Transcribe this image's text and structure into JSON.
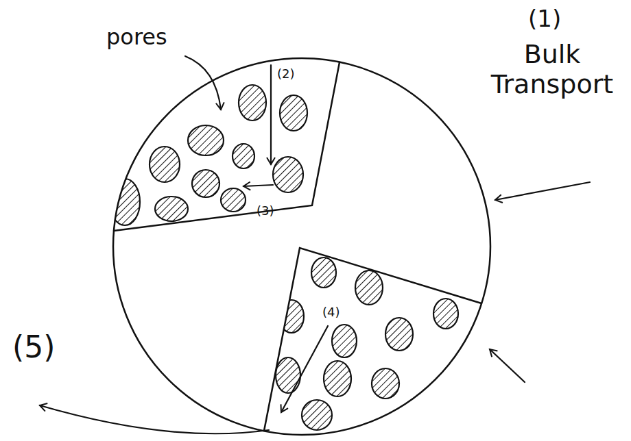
{
  "diagram": {
    "labels": [
      "pores",
      "(1)",
      "Bulk Transport",
      "(2)",
      "(3)",
      "(4)",
      "(5)"
    ]
  }
}
